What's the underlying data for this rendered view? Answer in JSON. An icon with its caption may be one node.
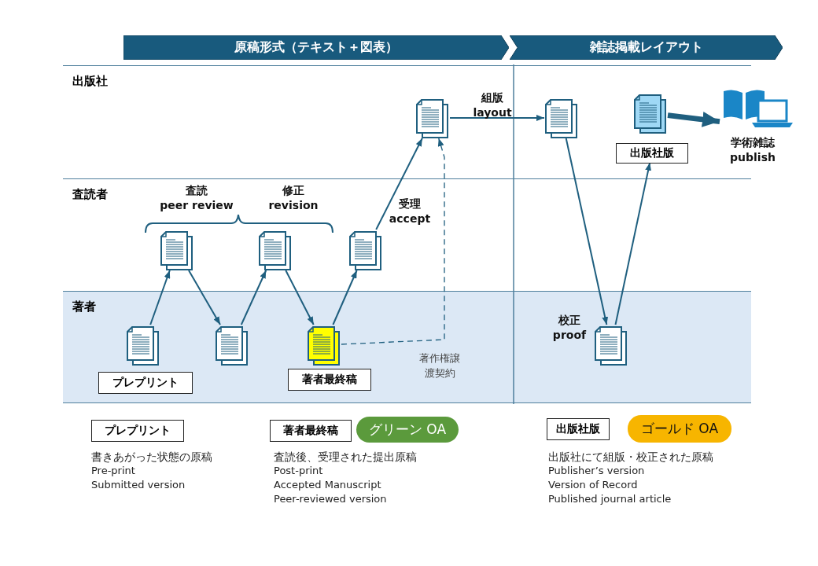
{
  "diagram": {
    "nodes": [
      {
        "text": [
          "出版社"
        ]
      },
      {
        "text": [
          "査読者"
        ]
      },
      {
        "text": [
          "著者"
        ]
      },
      {
        "text": [
          "原稿形式（テキスト＋図表）"
        ]
      },
      {
        "text": [
          "雑誌掲載レイアウト"
        ]
      },
      {
        "text": [],
        "shape": "document",
        "in": 0
      },
      {
        "text": [],
        "shape": "document",
        "in": 0
      },
      {
        "text": [],
        "shape": "document",
        "in": 0
      },
      {
        "text": [
          "出版社版"
        ],
        "in": 0
      },
      {
        "text": [
          "学術雑誌 publish"
        ]
      },
      {
        "text": [],
        "shape": "document",
        "in": 1
      },
      {
        "text": [],
        "shape": "document",
        "in": 1
      },
      {
        "text": [],
        "shape": "document",
        "in": 1
      },
      {
        "text": [],
        "shape": "document",
        "in": 2
      },
      {
        "text": [
          "プレプリント"
        ],
        "in": 2
      },
      {
        "text": [],
        "shape": "document",
        "in": 2
      },
      {
        "text": [],
        "shape": "document",
        "in": 2
      },
      {
        "text": [
          "著者最終稿"
        ],
        "in": 2
      },
      {
        "text": [],
        "shape": "document",
        "in": 2,
        "beside": [
          "校正 proof"
        ]
      },
      {
        "text": [
          "プレプリント"
        ],
        "beside": [
          "書きあがった状態の原稿",
          "Pre-print",
          "Submitted version"
        ]
      },
      {
        "text": [
          "著者最終稿"
        ],
        "beside": [
          "査読後、受理された提出原稿",
          "Post-print",
          "Accepted Manuscript",
          "Peer-reviewed version"
        ]
      },
      {
        "text": [
          "グリーン OA"
        ]
      },
      {
        "text": [
          "出版社版"
        ],
        "beside": [
          "出版社にて組版・校正された原稿",
          "Publisher’s version",
          "Version of Record",
          "Published journal article"
        ]
      },
      {
        "text": [
          "ゴールド OA"
        ]
      }
    ],
    "edges": [
      {
        "from": 13,
        "to": 10,
        "arrow": "to"
      },
      {
        "from": 10,
        "to": 15,
        "arrow": "to"
      },
      {
        "from": 15,
        "to": 11,
        "arrow": "to"
      },
      {
        "from": 11,
        "to": 16,
        "arrow": "to"
      },
      {
        "from": 16,
        "to": 12,
        "arrow": "to"
      },
      {
        "from": 12,
        "to": 5,
        "arrow": "to",
        "label": "受理 accept"
      },
      {
        "from": 16,
        "to": 5,
        "arrow": "to",
        "style": "dashed",
        "label": "著作権譲渡契約"
      },
      {
        "from": 5,
        "to": 6,
        "arrow": "to",
        "label": "組版 layout"
      },
      {
        "from": 6,
        "to": 18,
        "arrow": "to"
      },
      {
        "from": 18,
        "to": 8,
        "arrow": "to"
      },
      {
        "from": 7,
        "to": 9,
        "arrow": "to",
        "style": "thick"
      }
    ],
    "labels": [
      "査読 peer review",
      "修正 revision"
    ]
  }
}
